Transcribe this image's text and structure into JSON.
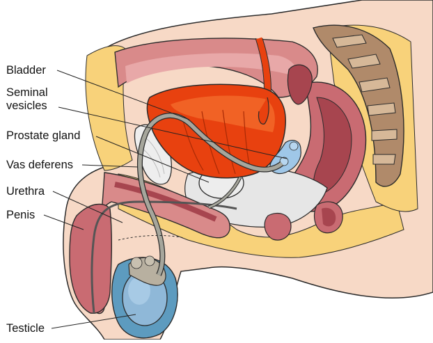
{
  "labels": {
    "bladder": "Bladder",
    "seminal_line1": "Seminal",
    "seminal_line2": "vesicles",
    "prostate": "Prostate gland",
    "vas_deferens": "Vas deferens",
    "urethra": "Urethra",
    "penis": "Penis",
    "testicle": "Testicle"
  },
  "colors": {
    "skin": "#f7d9c6",
    "fat": "#f8d27a",
    "muscle": "#c96b72",
    "muscle_dark": "#a7454f",
    "bladder": "#e8410f",
    "bladder_light": "#f36a2a",
    "bone": "#b08a6a",
    "bone_light": "#d6b898",
    "seminal": "#9fc7e8",
    "testicle": "#8fb8d8",
    "scrotum": "#5d9bbf",
    "duct": "#9a9a90",
    "pelvic": "#e6e6e6",
    "outline": "#2a2a2a",
    "leader": "#222222"
  }
}
